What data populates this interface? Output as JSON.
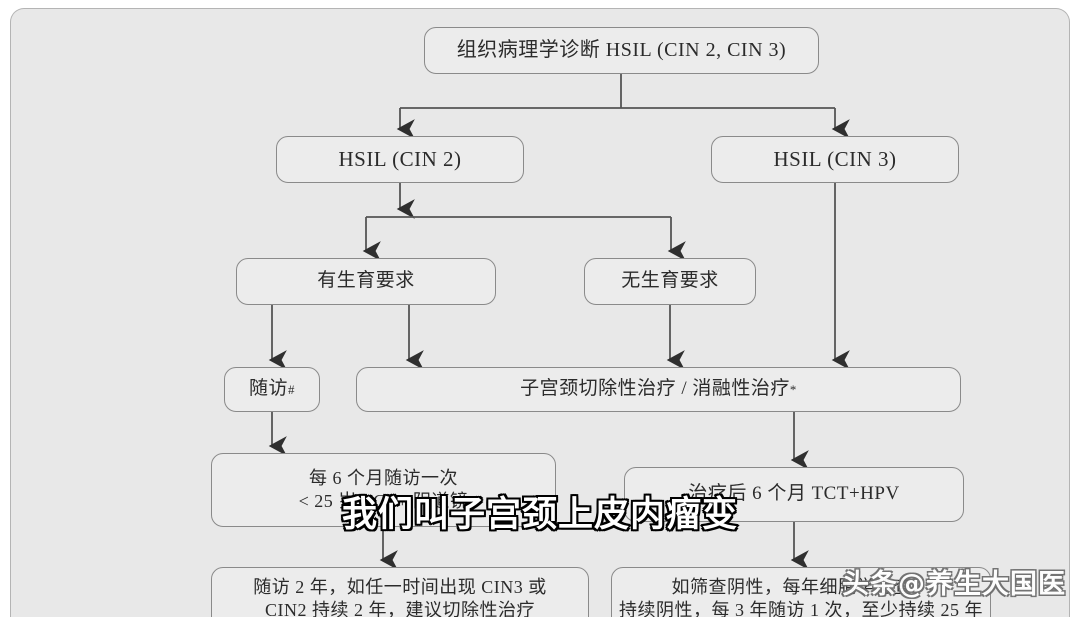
{
  "nodes": {
    "root": "组织病理学诊断 HSIL (CIN 2, CIN 3)",
    "cin2": "HSIL (CIN 2)",
    "cin3": "HSIL (CIN 3)",
    "fertility_yes": "有生育要求",
    "fertility_no": "无生育要求",
    "followup": "随访",
    "followup_marker": "#",
    "treatment": "子宫颈切除性治疗 / 消融性治疗",
    "treatment_marker": "*",
    "monitor": "每 6 个月随访一次\n< 25 岁 TCT+ 阴道镜",
    "post_treatment": "治疗后 6 个月 TCT+HPV",
    "bottom_left": "随访 2 年，如任一时间出现 CIN3 或\nCIN2 持续 2 年，建议切除性治疗",
    "bottom_right": "如筛查阴性，每年细胞学检查，\n持续阴性，每 3 年随访 1 次，至少持续 25 年"
  },
  "overlay": {
    "subtitle": "我们叫子宫颈上皮内瘤变",
    "watermark": "头条@养生大国医"
  },
  "colors": {
    "panel_background": "#e8e8e8",
    "node_fill": "#ececec",
    "node_border": "#8a8a8a",
    "connector": "#555555",
    "text": "#2b2b2b",
    "subtitle_fill": "#ffffff",
    "subtitle_outline": "#000000"
  }
}
